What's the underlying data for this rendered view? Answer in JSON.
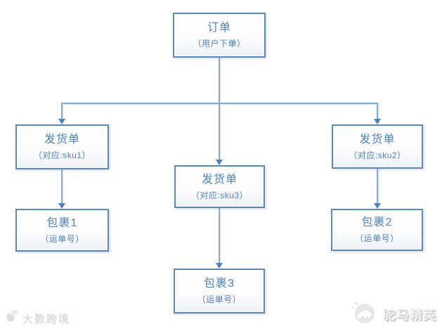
{
  "diagram": {
    "title": "order-shipment-package-flowchart",
    "nodes": [
      {
        "title": "订单",
        "subtitle": "（用户下单）"
      },
      {
        "title": "发货单",
        "subtitle": "（对应:sku1）"
      },
      {
        "title": "发货单",
        "subtitle": "（对应:sku3）"
      },
      {
        "title": "发货单",
        "subtitle": "（对应:sku2）"
      },
      {
        "title": "包裹1",
        "subtitle": "（运单号）"
      },
      {
        "title": "包裹3",
        "subtitle": "（运单号）"
      },
      {
        "title": "包裹2",
        "subtitle": "（运单号）"
      }
    ],
    "colors": {
      "node_border": "#5b87bb",
      "node_text": "#4f81bd",
      "connector_line": "#85abd9",
      "arrowhead": "#4e82bd"
    }
  },
  "watermarks": {
    "bottom_left": "大数跨境",
    "bottom_right": "驼马精英",
    "bottom_left_icon": "hand-logo-icon",
    "bottom_right_icon": "camel-badge-icon"
  }
}
